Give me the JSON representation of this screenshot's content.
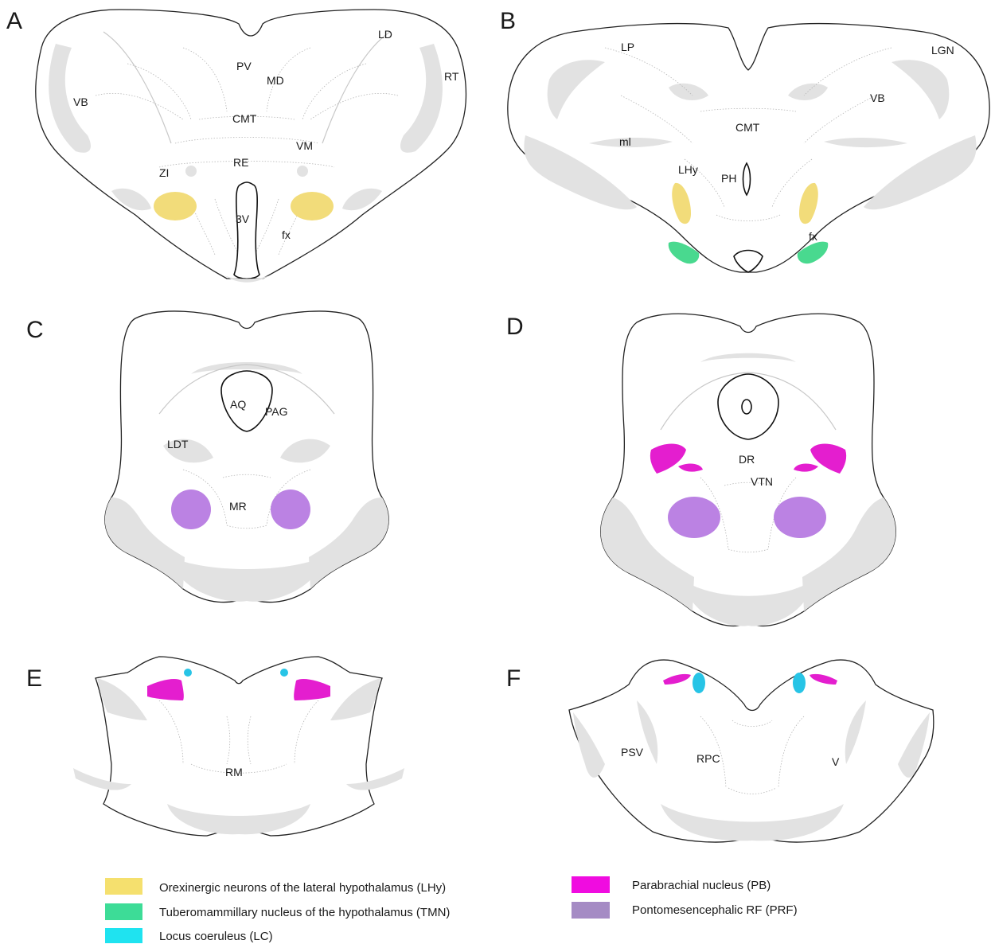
{
  "panels": {
    "A": {
      "letter": "A",
      "labels": {
        "LD": "LD",
        "PV": "PV",
        "MD": "MD",
        "RT": "RT",
        "VB": "VB",
        "CMT": "CMT",
        "VM": "VM",
        "RE": "RE",
        "ZI": "ZI",
        "3V": "3V",
        "fx": "fx"
      }
    },
    "B": {
      "letter": "B",
      "labels": {
        "LP": "LP",
        "LGN": "LGN",
        "VB": "VB",
        "CMT": "CMT",
        "ml": "ml",
        "LHy": "LHy",
        "PH": "PH",
        "fx": "fx"
      }
    },
    "C": {
      "letter": "C",
      "labels": {
        "AQ": "AQ",
        "PAG": "PAG",
        "LDT": "LDT",
        "MR": "MR"
      }
    },
    "D": {
      "letter": "D",
      "labels": {
        "DR": "DR",
        "VTN": "VTN"
      }
    },
    "E": {
      "letter": "E",
      "labels": {
        "RM": "RM"
      }
    },
    "F": {
      "letter": "F",
      "labels": {
        "PSV": "PSV",
        "RPC": "RPC",
        "V": "V"
      }
    }
  },
  "legend": [
    {
      "label": "Orexinergic neurons of  the lateral hypothalamus (LHy)",
      "color": "#f5e06e"
    },
    {
      "label": "Tuberomammillary nucleus of the hypothalamus (TMN)",
      "color": "#3ddc97"
    },
    {
      "label": "Locus  coeruleus (LC)",
      "color": "#1fe3f0"
    },
    {
      "label": "Parabrachial nucleus (PB)",
      "color": "#f00ce0"
    },
    {
      "label": "Pontomesencephalic RF (PRF)",
      "color": "#a58bc4"
    }
  ],
  "colors": {
    "lhy": "#f2dc7a",
    "tmn": "#49d98f",
    "lc": "#27c4e6",
    "pb": "#e41ecf",
    "prf": "#bb82e3",
    "tissue": "#e2e2e2"
  }
}
